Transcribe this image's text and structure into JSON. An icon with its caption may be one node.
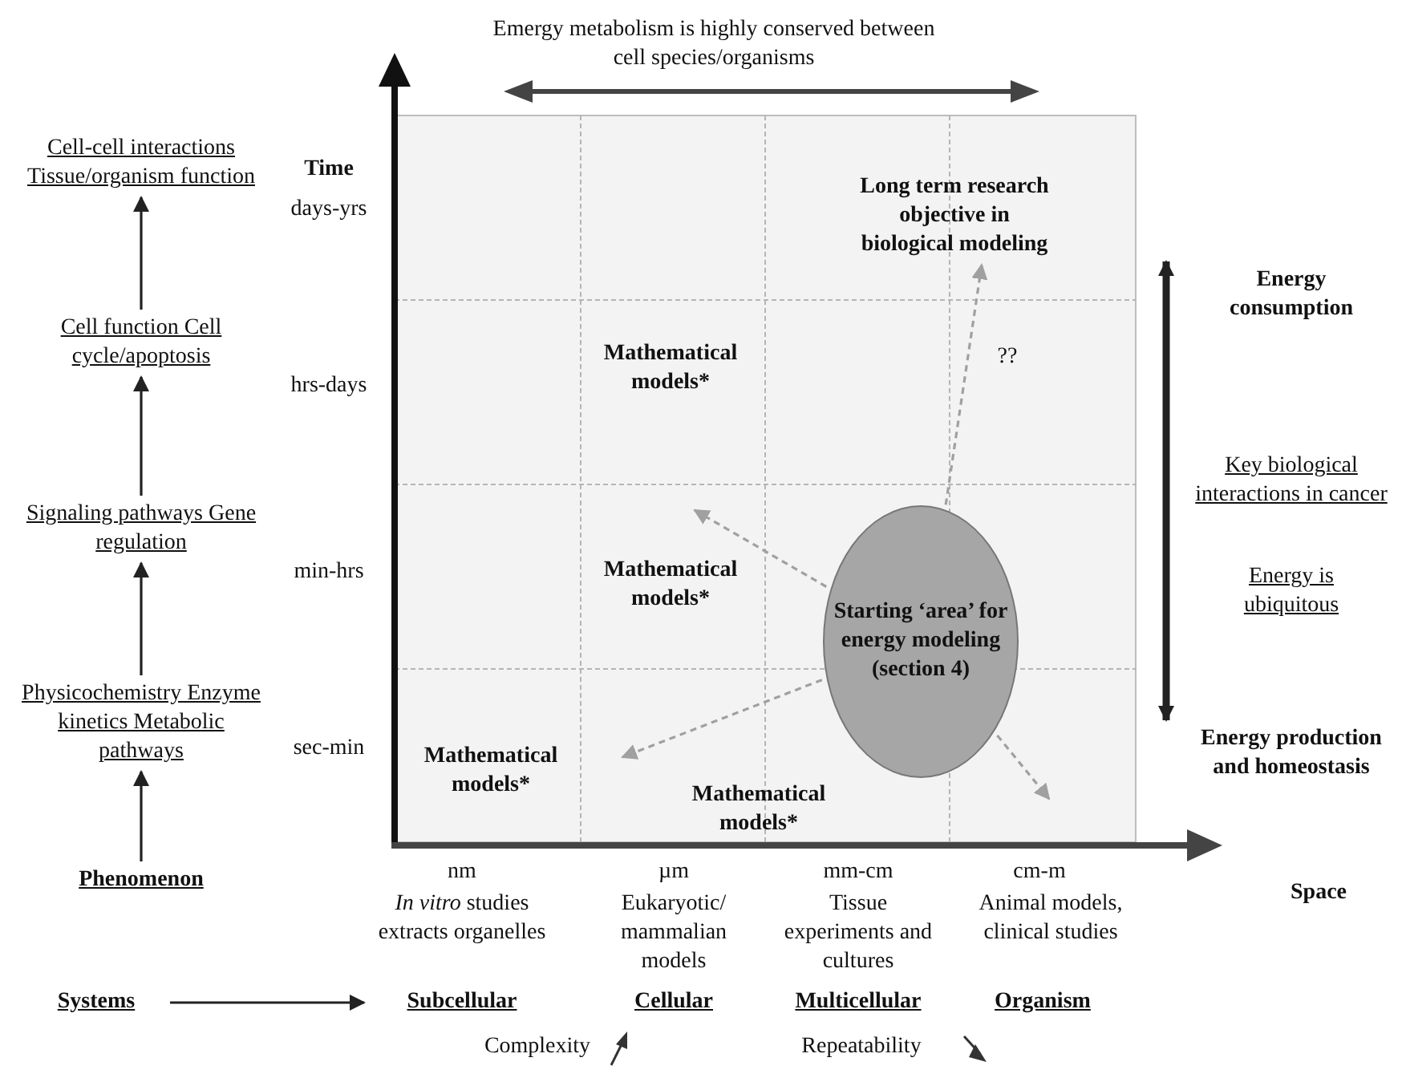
{
  "diagram": {
    "nodes": [
      {
        "text": [
          "Cell-cell interactions Tissue/organism function"
        ]
      },
      {
        "text": [
          "Cell function Cell cycle/apoptosis"
        ]
      },
      {
        "text": [
          "Signaling pathways Gene regulation"
        ]
      },
      {
        "text": [
          "Physicochemistry Enzyme kinetics Metabolic pathways"
        ]
      },
      {
        "text": [
          "Phenomenon"
        ]
      },
      {
        "text": [
          "Long term research objective in biological modeling"
        ]
      },
      {
        "text": [
          "Energy consumption"
        ]
      },
      {
        "text": [
          "Starting ‘area’ for energy modeling (section 4)"
        ]
      },
      {
        "text": [
          "Energy production and homeostasis"
        ]
      },
      {
        "text": [
          "Systems"
        ]
      },
      {
        "text": [
          "Subcellular"
        ]
      }
    ],
    "edges": [
      {
        "from": 4,
        "to": 3,
        "arrow": "to"
      },
      {
        "from": 3,
        "to": 2,
        "arrow": "to"
      },
      {
        "from": 2,
        "to": 1,
        "arrow": "to"
      },
      {
        "from": 1,
        "to": 0,
        "arrow": "to"
      },
      {
        "from": 6,
        "to": 8,
        "arrow": "both",
        "style": "thick"
      },
      {
        "from": 7,
        "to": null,
        "arrow": "to",
        "style": "dashed",
        "color": "#a0a0a0"
      },
      {
        "from": 7,
        "to": null,
        "arrow": "to",
        "style": "dashed",
        "color": "#a0a0a0"
      },
      {
        "from": 7,
        "to": null,
        "arrow": "to",
        "style": "dashed",
        "color": "#a0a0a0"
      },
      {
        "from": 7,
        "to": 5,
        "arrow": "to",
        "style": "dashed",
        "color": "#a0a0a0",
        "label": "??"
      },
      {
        "from": 9,
        "to": 10,
        "arrow": "to"
      }
    ],
    "labels": [
      "Emergy metabolism is highly conserved between cell species/organisms",
      "Time",
      "days-yrs",
      "hrs-days",
      "Mathematical models*",
      "min-hrs",
      "Mathematical models*",
      "Key biological interactions in cancer",
      "Energy is ubiquitous",
      "sec-min",
      "Mathematical models*",
      "Mathematical models*",
      "nm",
      "µm",
      "mm-cm",
      "cm-m",
      "Space",
      "*In vitro* studies extracts organelles",
      "Eukaryotic/ mammalian models",
      "Tissue experiments and cultures",
      "Animal models, clinical studies",
      "Cellular",
      "Multicellular",
      "Organism",
      "Complexity",
      "Repeatability"
    ]
  }
}
